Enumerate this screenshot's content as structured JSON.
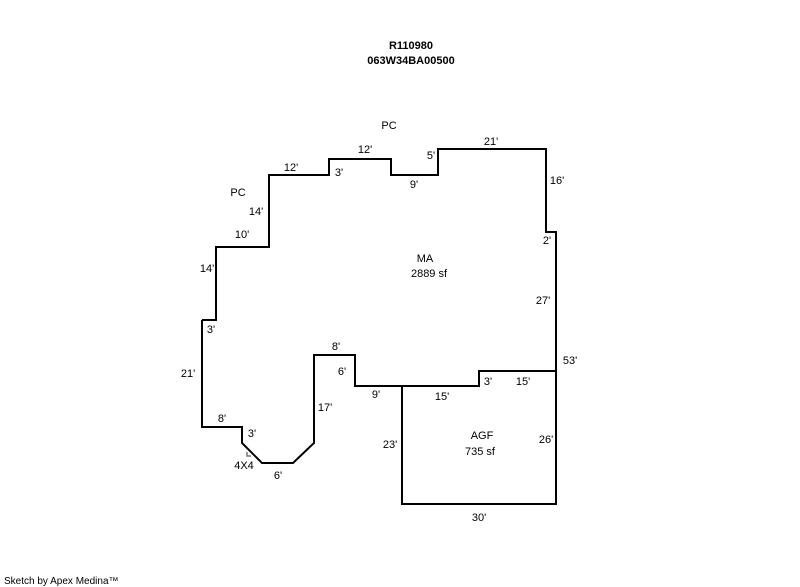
{
  "header": {
    "account": "R110980",
    "map_number": "063W34BA00500"
  },
  "areas": [
    {
      "code": "MA",
      "size": "2889 sf"
    },
    {
      "code": "AGF",
      "size": "735 sf"
    }
  ],
  "area_labels": {
    "pc_top": "PC",
    "pc_left": "PC",
    "deck_4x4": "4X4"
  },
  "dimensions": {
    "ma_top_left_12": "12'",
    "ma_step_3": "3'",
    "ma_top_12": "12'",
    "ma_step_9": "9'",
    "ma_step_5": "5'",
    "ma_top_21": "21'",
    "ma_right_16": "16'",
    "ma_right_2": "2'",
    "ma_right_27": "27'",
    "ma_right_53": "53'",
    "ma_left_14a": "14'",
    "ma_left_10": "10'",
    "ma_left_14b": "14'",
    "ma_left_3": "3'",
    "ma_left_21": "21'",
    "ma_bottom_8": "8'",
    "ma_bottom_3": "3'",
    "ma_bottom_6": "6'",
    "ma_inner_17": "17'",
    "ma_inner_8": "8'",
    "ma_inner_6": "6'",
    "ma_inner_9": "9'",
    "agf_top_15a": "15'",
    "agf_step_3": "3'",
    "agf_top_15b": "15'",
    "agf_left_23": "23'",
    "agf_right_26": "26'",
    "agf_bottom_30": "30'"
  },
  "footer": {
    "credit": "Sketch by Apex Medina™"
  }
}
